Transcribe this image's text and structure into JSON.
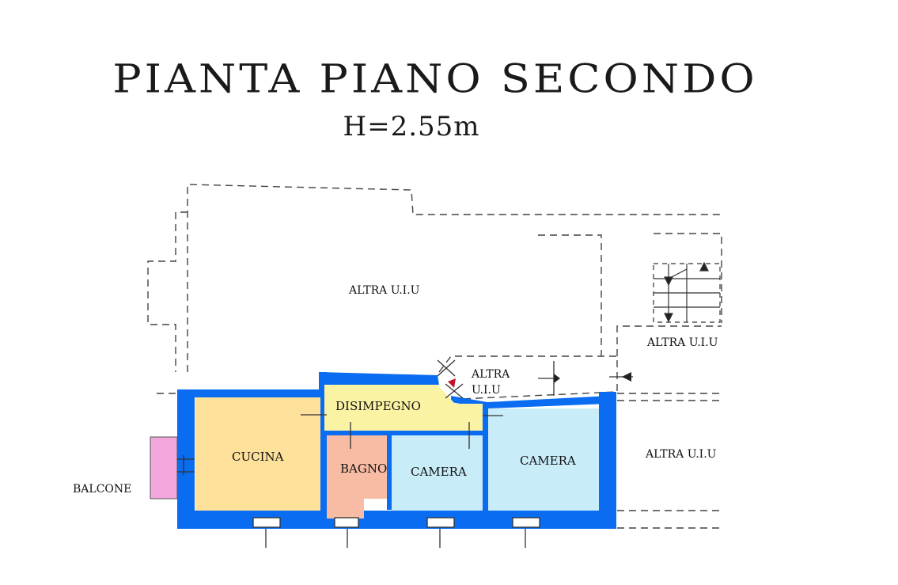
{
  "plan": {
    "title": "PIANTA PIANO SECONDO",
    "height_note": "H=2.55m"
  },
  "rooms": {
    "cucina": "CUCINA",
    "disimpegno": "DISIMPEGNO",
    "bagno": "BAGNO",
    "camera_1": "CAMERA",
    "camera_2": "CAMERA",
    "balcone": "BALCONE"
  },
  "neighbours": {
    "top": "ALTRA U.I.U",
    "right_upper": "ALTRA U.I.U",
    "right_lower": "ALTRA U.I.U",
    "center_line1": "ALTRA",
    "center_line2": "U.I.U"
  },
  "colors": {
    "wall": "#0a6cf0",
    "cucina": "#fde19a",
    "disimpegno": "#fbf3a4",
    "bagno": "#f7bca3",
    "camera": "#c8ecf8",
    "balcone": "#f2a6dc",
    "dashed": "#444444",
    "marker": "#c0152a"
  }
}
